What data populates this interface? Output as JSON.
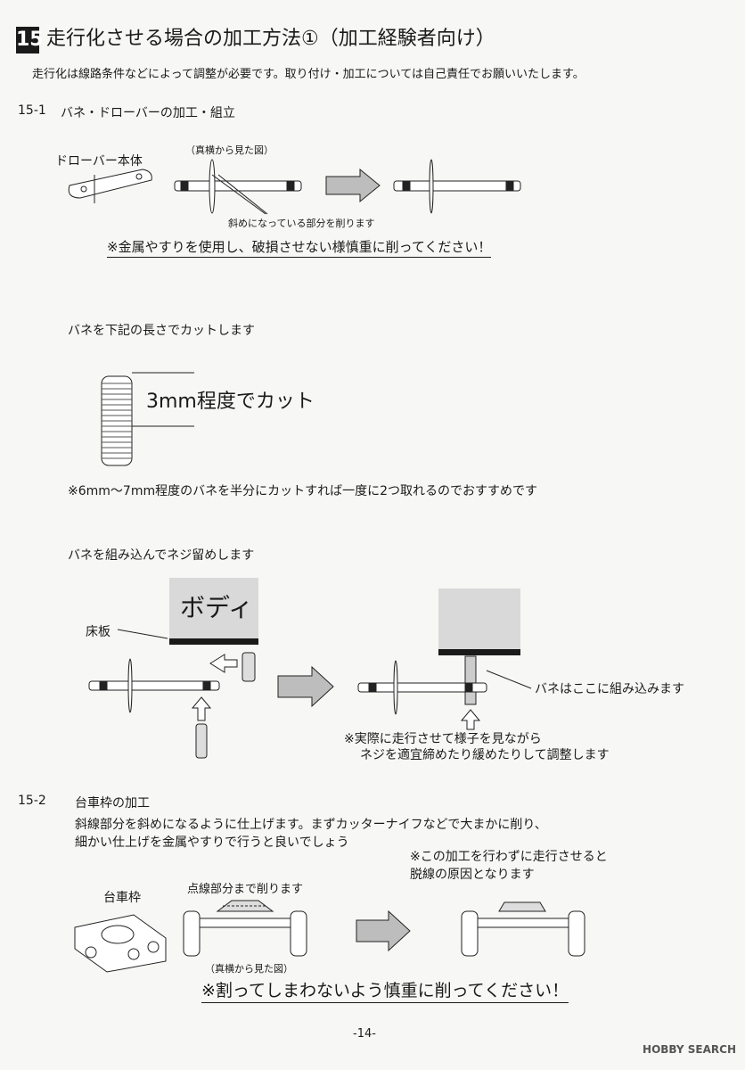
{
  "section": {
    "number": "15",
    "title": "走行化させる場合の加工方法①（加工経験者向け）",
    "intro": "走行化は線路条件などによって調整が必要です。取り付け・加工については自己責任でお願いいたします。"
  },
  "step1": {
    "heading_num": "15-1",
    "heading": "バネ・ドローバーの加工・組立",
    "drawbar_label": "ドローバー本体",
    "side_view_label": "（真横から見た図）",
    "slant_note": "斜めになっている部分を削ります",
    "file_warning": "※金属やすりを使用し、破損させない様慎重に削ってください！",
    "spring_cut_intro": "バネを下記の長さでカットします",
    "cut_length": "3mm程度でカット",
    "spring_tip": "※6mm〜7mm程度のバネを半分にカットすれば一度に2つ取れるのでおすすめです",
    "assemble_intro": "バネを組み込んでネジ留めします",
    "floor_label": "床板",
    "body_label": "ボディ",
    "spring_here": "バネはここに組み込みます",
    "adjust_note_1": "※実際に走行させて様子を見ながら",
    "adjust_note_2": "ネジを適宜締めたり緩めたりして調整します"
  },
  "step2": {
    "heading_num": "15-2",
    "heading": "台車枠の加工",
    "desc_1": "斜線部分を斜めになるように仕上げます。まずカッターナイフなどで大まかに削り、",
    "desc_2": "細かい仕上げを金属やすりで行うと良いでしょう",
    "derail_note_1": "※この加工を行わずに走行させると",
    "derail_note_2": "脱線の原因となります",
    "bogie_label": "台車枠",
    "dotted_note": "点線部分まで削ります",
    "side_view_label": "（真横から見た図）",
    "crack_warning": "※割ってしまわないよう慎重に削ってください！"
  },
  "footer": {
    "page_number": "-14-",
    "watermark": "HOBBY SEARCH"
  }
}
